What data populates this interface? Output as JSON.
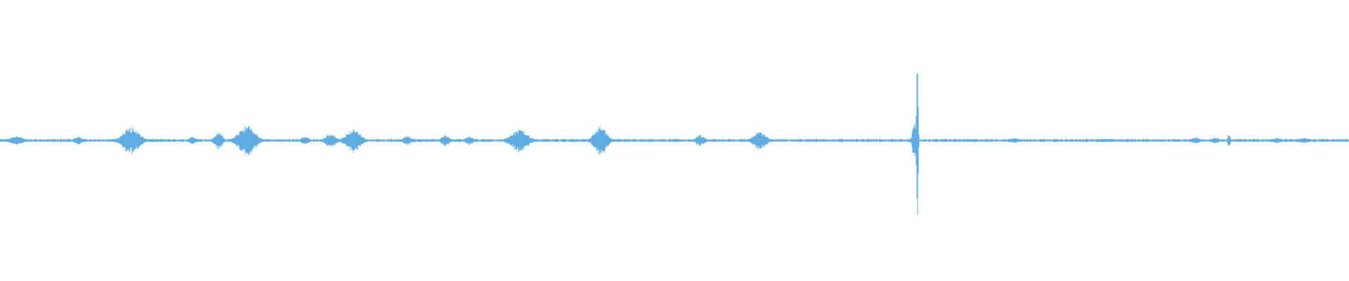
{
  "waveform": {
    "color": "#5DADE2",
    "background": "#ffffff",
    "baseline_amplitude": 0.008,
    "bursts": [
      {
        "time": 0.012,
        "amplitude": 0.035,
        "duration": 0.006
      },
      {
        "time": 0.058,
        "amplitude": 0.03,
        "duration": 0.004
      },
      {
        "time": 0.097,
        "amplitude": 0.095,
        "duration": 0.008
      },
      {
        "time": 0.143,
        "amplitude": 0.03,
        "duration": 0.004
      },
      {
        "time": 0.162,
        "amplitude": 0.06,
        "duration": 0.004
      },
      {
        "time": 0.183,
        "amplitude": 0.11,
        "duration": 0.008
      },
      {
        "time": 0.226,
        "amplitude": 0.028,
        "duration": 0.004
      },
      {
        "time": 0.245,
        "amplitude": 0.05,
        "duration": 0.005
      },
      {
        "time": 0.262,
        "amplitude": 0.08,
        "duration": 0.007
      },
      {
        "time": 0.302,
        "amplitude": 0.035,
        "duration": 0.004
      },
      {
        "time": 0.33,
        "amplitude": 0.04,
        "duration": 0.004
      },
      {
        "time": 0.348,
        "amplitude": 0.03,
        "duration": 0.004
      },
      {
        "time": 0.385,
        "amplitude": 0.08,
        "duration": 0.008
      },
      {
        "time": 0.445,
        "amplitude": 0.1,
        "duration": 0.006
      },
      {
        "time": 0.519,
        "amplitude": 0.04,
        "duration": 0.004
      },
      {
        "time": 0.563,
        "amplitude": 0.065,
        "duration": 0.006
      },
      {
        "time": 0.678,
        "amplitude": 0.14,
        "duration": 0.002
      },
      {
        "time": 0.68,
        "amplitude": 0.55,
        "duration": 0.0008
      },
      {
        "time": 0.752,
        "amplitude": 0.02,
        "duration": 0.004
      },
      {
        "time": 0.82,
        "amplitude": 0.012,
        "duration": 0.01
      },
      {
        "time": 0.886,
        "amplitude": 0.025,
        "duration": 0.004
      },
      {
        "time": 0.901,
        "amplitude": 0.02,
        "duration": 0.004
      },
      {
        "time": 0.911,
        "amplitude": 0.045,
        "duration": 0.0015
      },
      {
        "time": 0.947,
        "amplitude": 0.02,
        "duration": 0.004
      },
      {
        "time": 0.966,
        "amplitude": 0.018,
        "duration": 0.006
      }
    ]
  }
}
